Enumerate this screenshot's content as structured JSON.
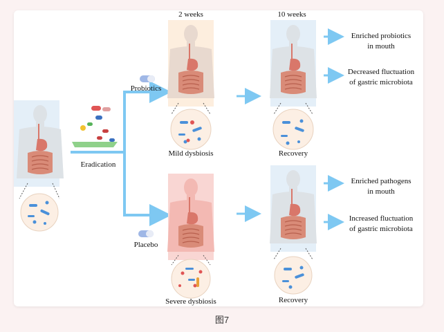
{
  "figure": {
    "caption": "图7",
    "timepoints": {
      "week2": "2 weeks",
      "week10": "10 weeks"
    },
    "labels": {
      "eradication": "Eradication",
      "probiotics": "Probiotics",
      "placebo": "Placebo",
      "mild": "Mild dysbiosis",
      "severe": "Severe dysbiosis",
      "recovery_top": "Recovery",
      "recovery_bottom": "Recovery"
    },
    "outcomes": {
      "top_1": [
        "Enriched probiotics",
        "in mouth"
      ],
      "top_2": [
        "Decreased fluctuation",
        "of gastric microbiota"
      ],
      "bottom_1": [
        "Enriched pathogens",
        "in mouth"
      ],
      "bottom_2": [
        "Increased fluctuation",
        "of gastric microbiota"
      ]
    },
    "colors": {
      "arrow": "#7ec8f2",
      "body_normal": "#dde2e6",
      "panel_blue": "#e4eff8",
      "panel_peach": "#fdeede",
      "panel_pink": "#f9d6d3",
      "gut": "#d98b78",
      "stomach": "#d9776a",
      "circle_bg": "#fcefe4",
      "bacteria_blue": "#4a90d9"
    }
  }
}
